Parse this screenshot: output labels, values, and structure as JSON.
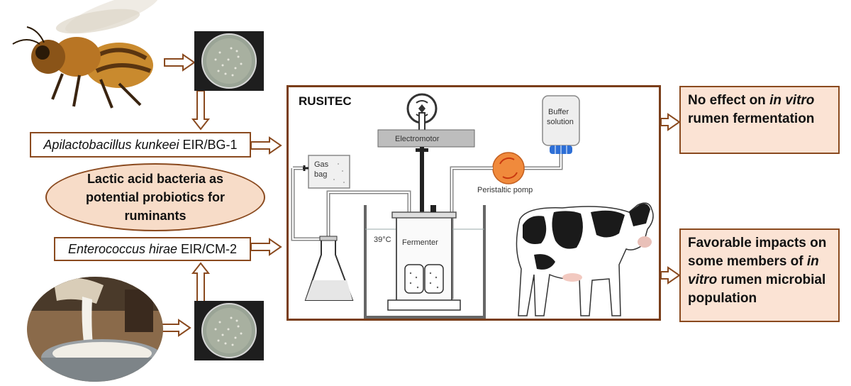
{
  "strains": {
    "strain1": {
      "genus": "Apilactobacillus kunkeei",
      "code": "EIR/BG-1"
    },
    "strain2": {
      "genus": "Enterococcus hirae",
      "code": "EIR/CM-2"
    }
  },
  "central_label": {
    "line1": "Lactic acid bacteria as",
    "line2": "potential probiotics for",
    "line3": "ruminants"
  },
  "rusitec": {
    "title": "RUSITEC",
    "electromotor": "Electromotor",
    "buffer_line1": "Buffer",
    "buffer_line2": "solution",
    "gas_line1": "Gas",
    "gas_line2": "bag",
    "pump": "Peristaltic pomp",
    "temperature": "39°C",
    "fermenter": "Fermenter"
  },
  "outcomes": {
    "top": {
      "pre": "No effect on ",
      "italic": "in vitro",
      "post": " rumen fermentation"
    },
    "bottom": {
      "pre": "Favorable impacts on some members of ",
      "italic": "in vitro",
      "post": " rumen microbial population"
    }
  },
  "colors": {
    "arrow_brown": "#8a4a1f",
    "outcome_fill": "#fbe3d4",
    "ellipse_fill": "#f7dcc8",
    "pump_orange": "#f08a3c",
    "buffer_blue": "#2e6fd6"
  },
  "icons": [
    "honeybee-photo",
    "petri-dish-photo",
    "milk-pouring-photo",
    "cow-photo"
  ]
}
